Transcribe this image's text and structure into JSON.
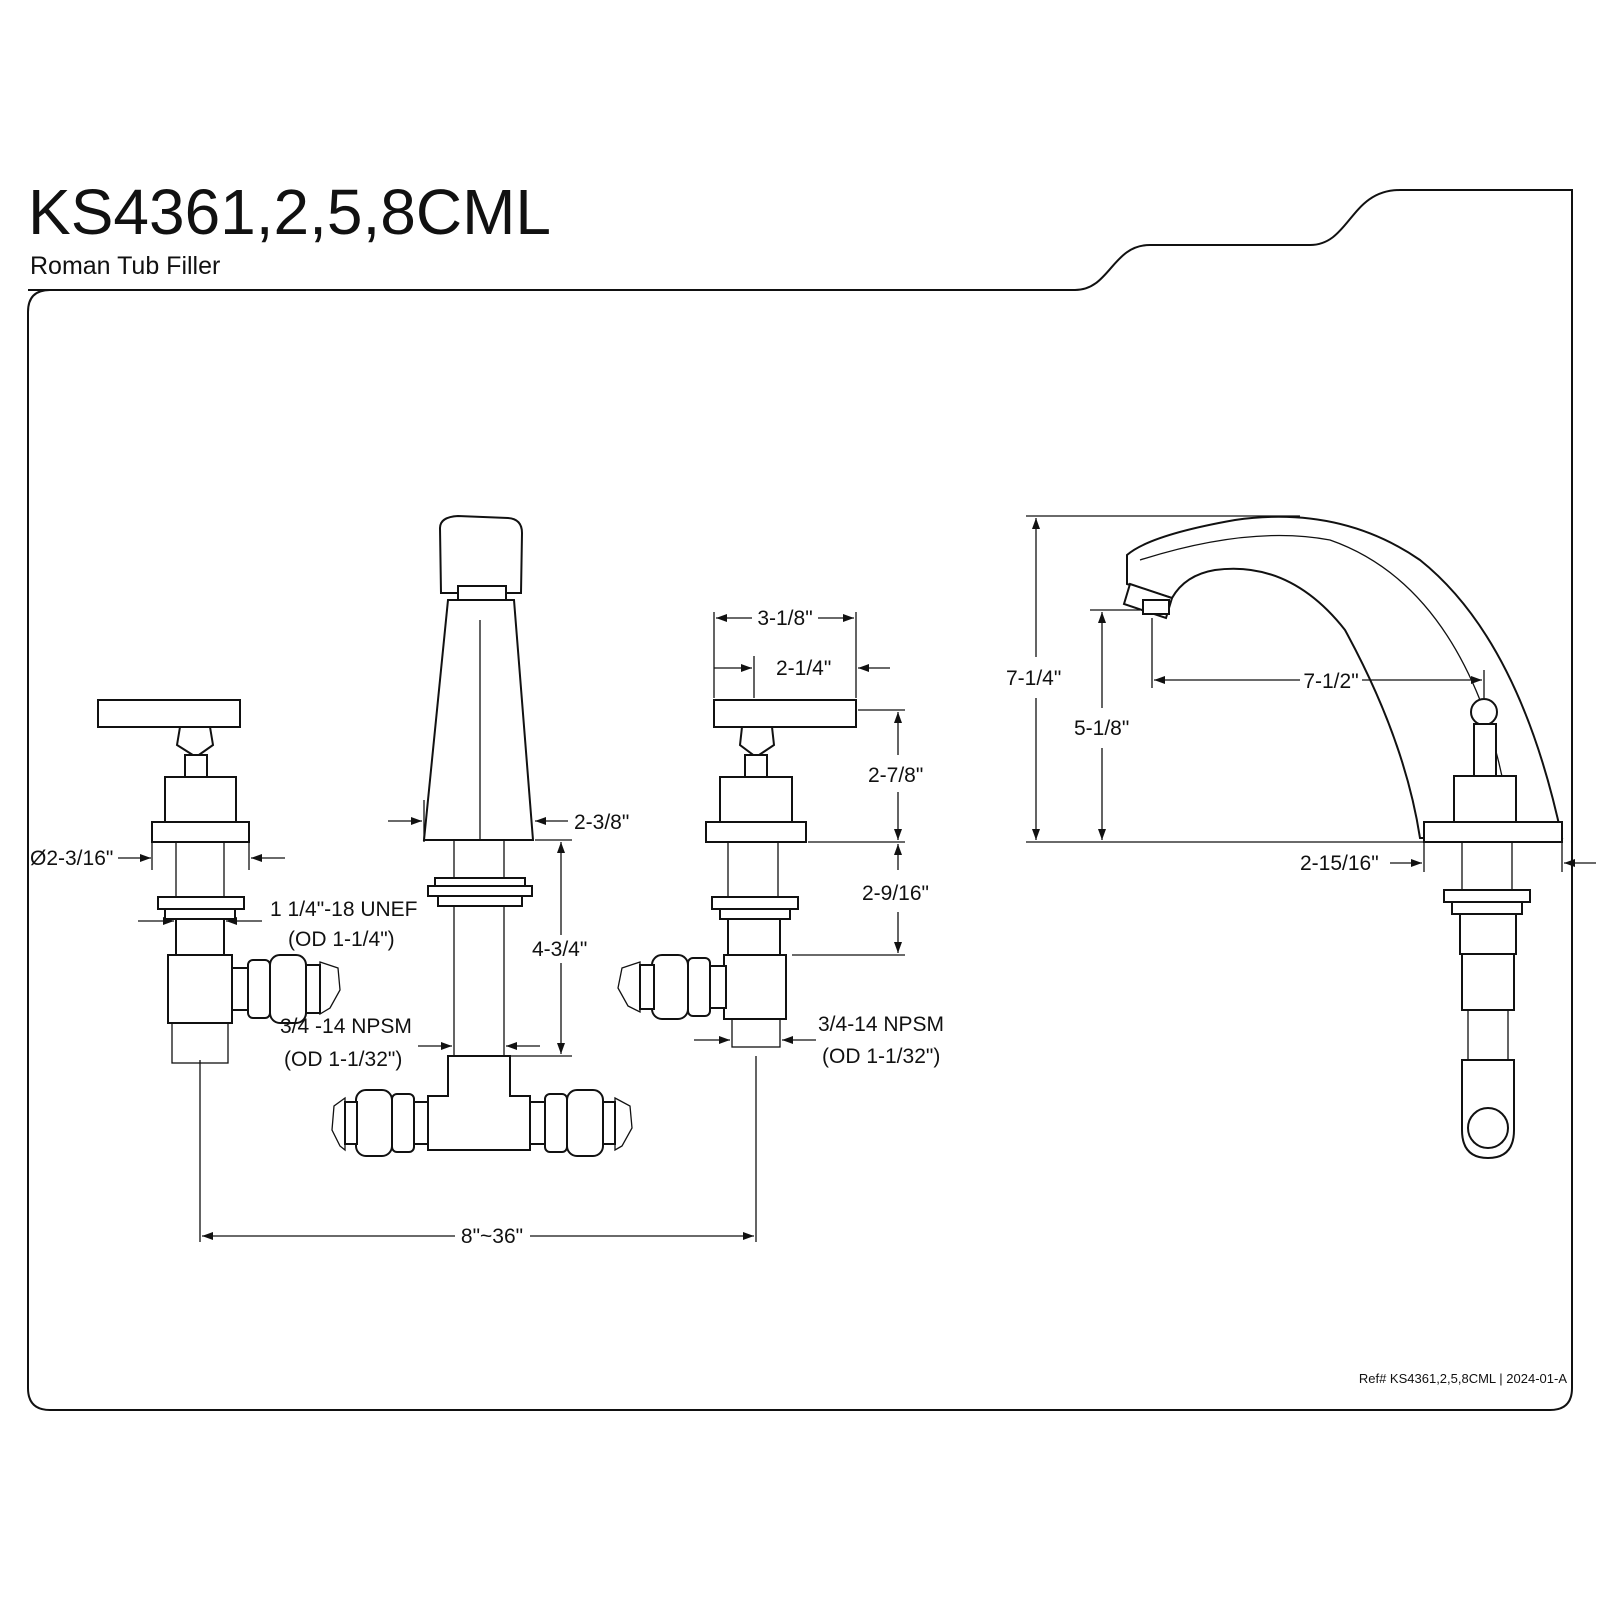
{
  "header": {
    "model": "KS4361,2,5,8CML",
    "subtitle": "Roman Tub Filler"
  },
  "footer": {
    "ref": "Ref# KS4361,2,5,8CML | 2024-01-A"
  },
  "dimensions": {
    "handle_diameter": "Ø2-3/16\"",
    "thread_unef": "1 1/4\"-18 UNEF",
    "thread_unef_od": "(OD 1-1/4\")",
    "npsm_left": "3/4 -14 NPSM",
    "npsm_left_od": "(OD 1-1/32\")",
    "spout_base": "2-3/8\"",
    "shank_length": "4-3/4\"",
    "spread": "8\"~36\"",
    "handle_length": "3-1/8\"",
    "handle_offset": "2-1/4\"",
    "handle_height": "2-7/8\"",
    "shank_height": "2-9/16\"",
    "npsm_right": "3/4-14 NPSM",
    "npsm_right_od": "(OD 1-1/32\")",
    "spout_height": "7-1/4\"",
    "spout_outlet_height": "5-1/8\"",
    "spout_reach": "7-1/2\"",
    "spout_base_width": "2-15/16\""
  }
}
